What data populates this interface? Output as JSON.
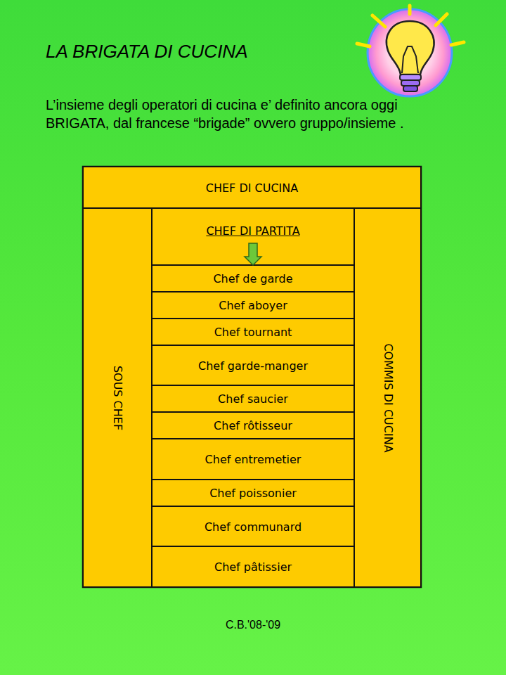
{
  "diagram": {
    "title": "LA BRIGATA DI CUCINA",
    "caption": "C.B.'08-'09",
    "nodes": [
      {
        "text": [
          "CHEF DI CUCINA"
        ]
      },
      {
        "text": [
          "SOUS CHEF"
        ]
      },
      {
        "text": [
          "CHEF DI PARTITA"
        ]
      },
      {
        "text": [
          "Chef de garde"
        ]
      },
      {
        "text": [
          "Chef aboyer"
        ]
      },
      {
        "text": [
          "Chef tournant"
        ]
      },
      {
        "text": [
          "Chef garde-manger"
        ]
      },
      {
        "text": [
          "Chef saucier"
        ]
      },
      {
        "text": [
          "Chef rôtisseur"
        ]
      },
      {
        "text": [
          "Chef entremetier"
        ]
      },
      {
        "text": [
          "Chef poissonier"
        ]
      },
      {
        "text": [
          "Chef communard"
        ]
      },
      {
        "text": [
          "Chef pâtissier"
        ]
      },
      {
        "text": [
          "COMMIS DI CUCINA"
        ]
      }
    ],
    "edges": [
      {
        "from": 2,
        "to": 3,
        "arrow": "to"
      }
    ],
    "labels": [
      "L’insieme degli operatori di cucina e’ definito ancora oggi BRIGATA, dal francese “brigade” ovvero gruppo/insieme ."
    ]
  }
}
